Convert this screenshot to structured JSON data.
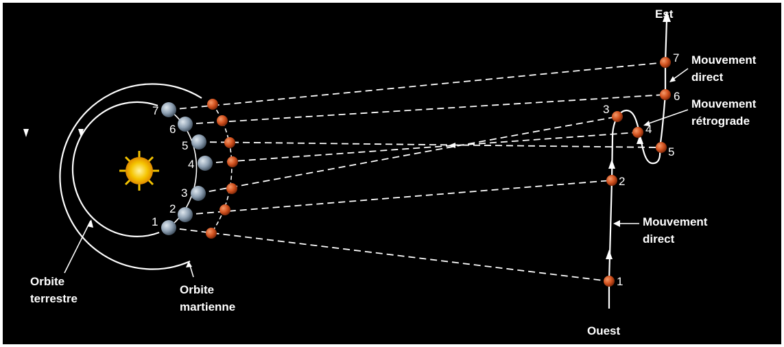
{
  "labels": {
    "earth_orbit": [
      "Orbite",
      "terrestre"
    ],
    "mars_orbit": [
      "Orbite",
      "martienne"
    ],
    "east": "Est",
    "west": "Ouest",
    "direct_motion_top": [
      "Mouvement",
      "direct"
    ],
    "retrograde_motion": [
      "Mouvement",
      "rétrograde"
    ],
    "direct_motion_bottom": [
      "Mouvement",
      "direct"
    ]
  },
  "earth_positions": [
    "1",
    "2",
    "3",
    "4",
    "5",
    "6",
    "7"
  ],
  "apparent_positions": [
    "1",
    "2",
    "3",
    "4",
    "5",
    "6",
    "7"
  ],
  "colors": {
    "background": "#000000",
    "lines": "#ffffff",
    "mars": "#d2521f",
    "earth": "#8fa1b3",
    "sun": "#f5c400"
  },
  "icons": {
    "sun": "sun-icon",
    "earth": "earth-planet-icon",
    "mars": "mars-planet-icon"
  }
}
